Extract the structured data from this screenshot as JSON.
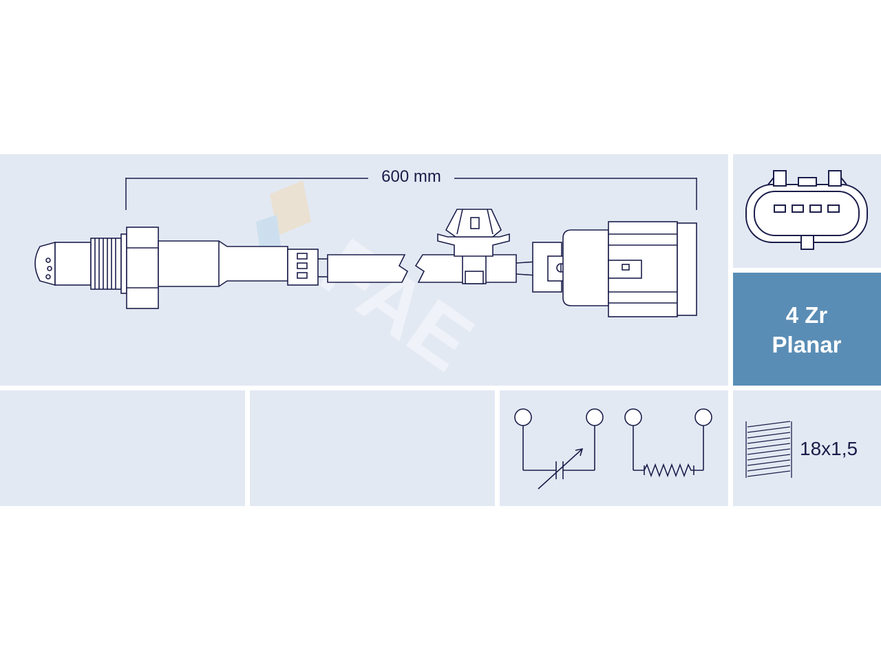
{
  "diagram": {
    "cable_length": "600 mm",
    "sensor_type_line1": "4 Zr",
    "sensor_type_line2": "Planar",
    "thread_spec": "18x1,5",
    "connector_pins": 4,
    "watermark_icon": "fae-logo-watermark",
    "colors": {
      "panel": "#e3e9f3",
      "accent_panel": "#5a8db5",
      "line": "#1b1d4a",
      "part_fill": "#ffffff"
    }
  }
}
